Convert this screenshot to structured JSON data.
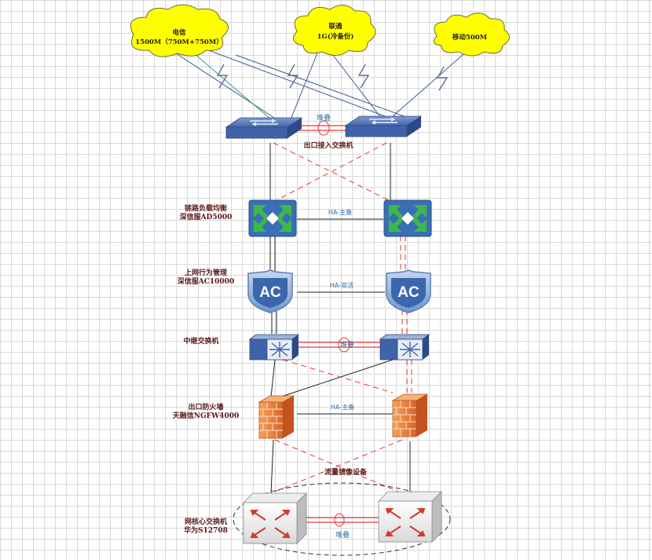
{
  "clouds": {
    "telecom": {
      "name": "电信",
      "bandwidth": "1500M（750M+750M）"
    },
    "unicom": {
      "name": "联通",
      "bandwidth": "1G(冷备份)"
    },
    "mobile": {
      "name": "移动500M"
    }
  },
  "links": {
    "top_stack": "堆叠",
    "lb_ha": "HA-主备",
    "ac_ha": "HA-双活",
    "mid_stack": "堆叠",
    "fw_ha": "HA-主备",
    "traffic": "流量镜像设备",
    "core_stack": "堆叠"
  },
  "layers": {
    "access": {
      "label": "出口接入交换机"
    },
    "lb": {
      "label_line1": "链路负载均衡",
      "label_line2": "深信服AD5000"
    },
    "ac": {
      "label_line1": "上网行为管理",
      "label_line2": "深信服AC10000",
      "icon_text": "AC"
    },
    "mid": {
      "label": "中继交换机"
    },
    "fw": {
      "label_line1": "出口防火墙",
      "label_line2": "天融信NGFW4000"
    },
    "core": {
      "label_line1": "网核心交换机",
      "label_line2": "华为S12708"
    }
  },
  "colors": {
    "switch_blue": "#3f63a6",
    "lb_green": "#3fb84a",
    "lb_blue": "#3a6fb5",
    "cloud_yellow": "#ffff00",
    "redundant_link": "#e03a3a",
    "link_dark": "#222222"
  }
}
